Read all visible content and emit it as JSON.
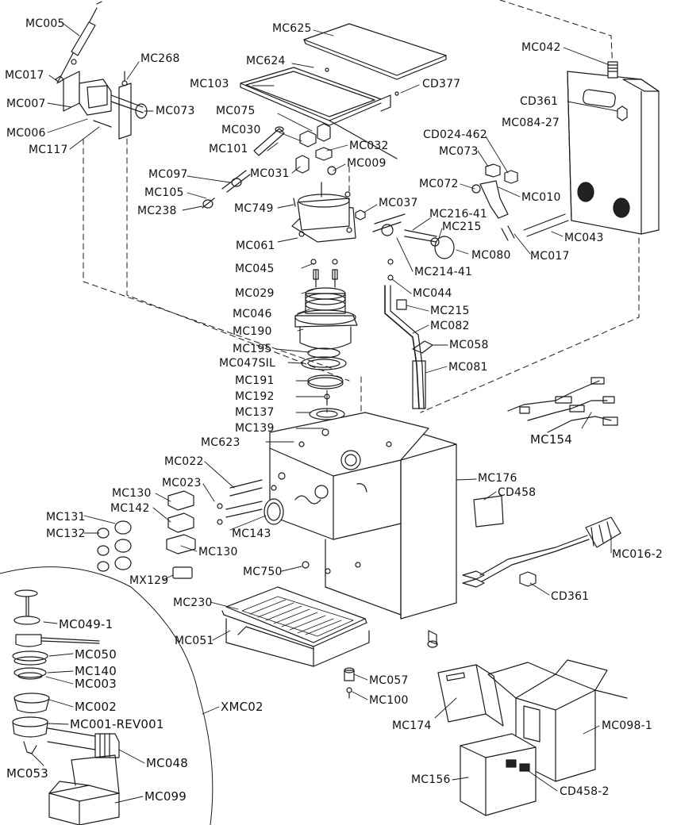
{
  "parts": [
    {
      "id": "MC005"
    },
    {
      "id": "MC017"
    },
    {
      "id": "MC268"
    },
    {
      "id": "MC007"
    },
    {
      "id": "MC073"
    },
    {
      "id": "MC006"
    },
    {
      "id": "MC117"
    },
    {
      "id": "MC625"
    },
    {
      "id": "MC624"
    },
    {
      "id": "MC103"
    },
    {
      "id": "CD377"
    },
    {
      "id": "MC075"
    },
    {
      "id": "MC030"
    },
    {
      "id": "MC101"
    },
    {
      "id": "MC032"
    },
    {
      "id": "MC097"
    },
    {
      "id": "MC031"
    },
    {
      "id": "MC009"
    },
    {
      "id": "MC105"
    },
    {
      "id": "MC238"
    },
    {
      "id": "MC749"
    },
    {
      "id": "MC037"
    },
    {
      "id": "MC061"
    },
    {
      "id": "MC042"
    },
    {
      "id": "CD361"
    },
    {
      "id": "MC084-27"
    },
    {
      "id": "CD024-462"
    },
    {
      "id": "MC073"
    },
    {
      "id": "MC072"
    },
    {
      "id": "MC010"
    },
    {
      "id": "MC216-41"
    },
    {
      "id": "MC215"
    },
    {
      "id": "MC080"
    },
    {
      "id": "MC043"
    },
    {
      "id": "MC017"
    },
    {
      "id": "MC214-41"
    },
    {
      "id": "MC045"
    },
    {
      "id": "MC044"
    },
    {
      "id": "MC029"
    },
    {
      "id": "MC215"
    },
    {
      "id": "MC046"
    },
    {
      "id": "MC082"
    },
    {
      "id": "MC190"
    },
    {
      "id": "MC058"
    },
    {
      "id": "MC195"
    },
    {
      "id": "MC047SIL"
    },
    {
      "id": "MC081"
    },
    {
      "id": "MC191"
    },
    {
      "id": "MC192"
    },
    {
      "id": "MC137"
    },
    {
      "id": "MC139"
    },
    {
      "id": "MC154"
    },
    {
      "id": "MC623"
    },
    {
      "id": "MC176"
    },
    {
      "id": "MC022"
    },
    {
      "id": "MC023"
    },
    {
      "id": "MC130"
    },
    {
      "id": "CD458"
    },
    {
      "id": "MC142"
    },
    {
      "id": "MC131"
    },
    {
      "id": "MC132"
    },
    {
      "id": "MC143"
    },
    {
      "id": "MC130"
    },
    {
      "id": "MC016-2"
    },
    {
      "id": "MC750"
    },
    {
      "id": "MX129"
    },
    {
      "id": "CD361"
    },
    {
      "id": "MC230"
    },
    {
      "id": "MC049-1"
    },
    {
      "id": "MC051"
    },
    {
      "id": "MC050"
    },
    {
      "id": "MC140"
    },
    {
      "id": "MC003"
    },
    {
      "id": "MC057"
    },
    {
      "id": "MC002"
    },
    {
      "id": "MC100"
    },
    {
      "id": "XMC02"
    },
    {
      "id": "MC174"
    },
    {
      "id": "MC098-1"
    },
    {
      "id": "MC001-REV001"
    },
    {
      "id": "MC048"
    },
    {
      "id": "MC156"
    },
    {
      "id": "MC053"
    },
    {
      "id": "CD458-2"
    },
    {
      "id": "MC099"
    }
  ]
}
